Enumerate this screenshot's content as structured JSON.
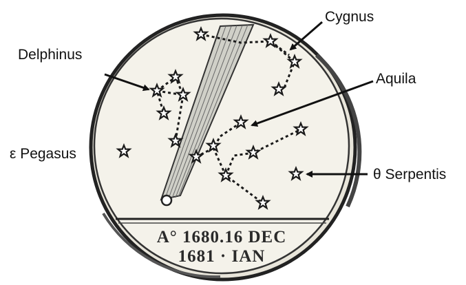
{
  "labels": {
    "cygnus": "Cygnus",
    "delphinus": "Delphinus",
    "aquila": "Aquila",
    "pegasus": "ε Pegasus",
    "serpentis": "θ Serpentis"
  },
  "inscription": {
    "line1": "A° 1680.16 DEC",
    "line2": "1681 · IAN"
  },
  "colors": {
    "ink": "#1a1a1a",
    "medal_fill": "#f4f2ea",
    "background": "#ffffff"
  }
}
